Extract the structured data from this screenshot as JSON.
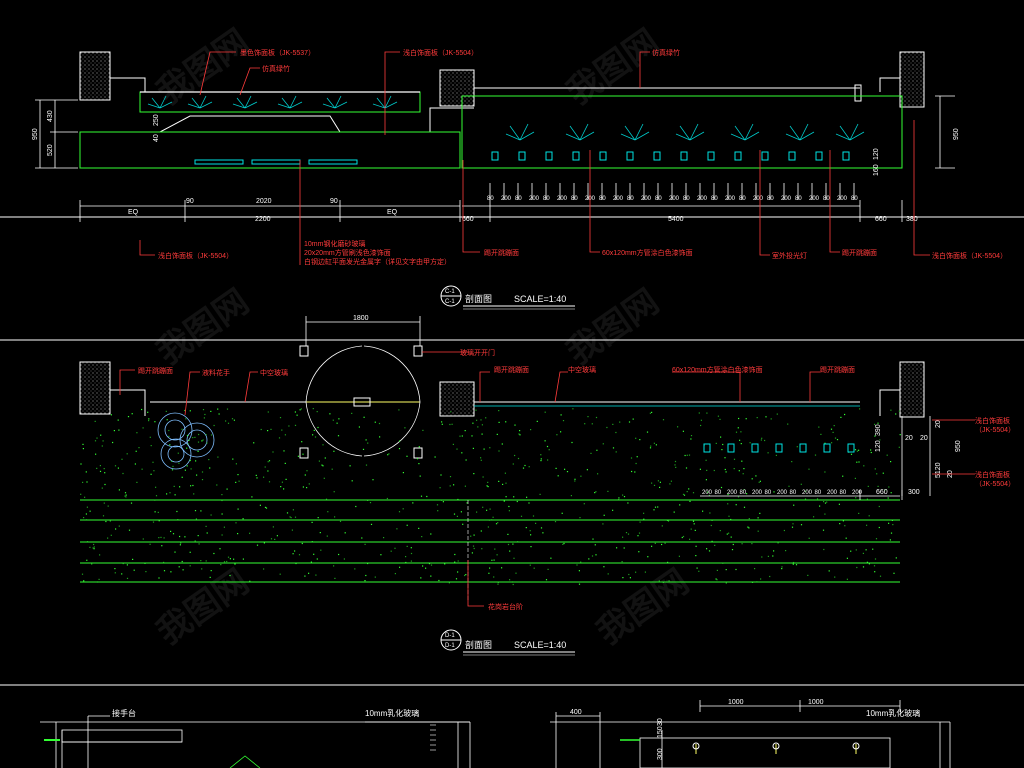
{
  "colors": {
    "background": "#000000",
    "line_white": "#ffffff",
    "line_green": "#33ff33",
    "line_cyan": "#00e5e5",
    "leader_red": "#ff3b3b",
    "dim_yellow": "#ffff66",
    "hatch_grey": "#9a9a9a"
  },
  "watermark": "我图网",
  "section1": {
    "labels": {
      "top_1": "墨色饰面板（JK-5537）",
      "top_2": "仿真绿竹",
      "top_3": "浅白饰面板（JK-5504）",
      "top_4": "仿真绿竹",
      "bot_1": "浅白饰面板（JK-5504）",
      "bot_2a": "10mm钢化磨砂玻璃",
      "bot_2b": "20x20mm方管刷浅色漆饰面",
      "bot_2c": "白钢边缸平面发光金属字（详见文字由甲方定）",
      "bot_3": "踢开跳蹦面",
      "bot_4": "60x120mm方管涂白色漆饰面",
      "bot_5": "室外投光灯",
      "bot_6": "踢开跳蹦面",
      "bot_7": "浅白饰面板（JK-5504）"
    },
    "dims": {
      "v1": "950",
      "v2": "430",
      "v3": "520",
      "v4": "40",
      "v5": "250",
      "v6": "950",
      "v7": "120",
      "v8": "160",
      "h1": "2020",
      "h2": "90",
      "h3": "90",
      "eq_l": "EQ",
      "h_2200": "2200",
      "eq_r": "EQ",
      "h_660a": "660",
      "h_5400": "5400",
      "h_660b": "660",
      "h_380": "380",
      "row_pattern": [
        "80",
        "200",
        "80",
        "200",
        "80",
        "200",
        "80",
        "200",
        "80",
        "200",
        "80",
        "200",
        "80",
        "200",
        "80",
        "200",
        "80",
        "200",
        "80",
        "200",
        "80",
        "200",
        "80",
        "200",
        "80",
        "200",
        "80"
      ]
    },
    "section_mark": {
      "top": "C-1",
      "bottom": "C-1"
    },
    "title": "剖面图",
    "scale": "SCALE=1:40"
  },
  "section2": {
    "labels": {
      "top_1": "踢开跳蹦面",
      "top_2": "液料花手",
      "top_3": "中空玻璃",
      "top_4": "玻璃开开门",
      "top_5": "踢开跳蹦面",
      "top_6": "中空玻璃",
      "top_7": "60x120mm方管涂白色漆饰面",
      "top_8": "踢开跳蹦面",
      "r_1a": "浅白饰面板",
      "r_1b": "（JK-5504）",
      "r_2a": "浅白饰面板",
      "r_2b": "（JK-5504）",
      "bottom": "花岗岩台阶"
    },
    "dims": {
      "door": "1800",
      "v1": "390",
      "v2": "120",
      "v3": "20",
      "v4": "20",
      "v5": "950",
      "v6": "20",
      "v7": "5120",
      "v8": "20",
      "h_660": "660",
      "h_300": "300",
      "row_pattern": [
        "200",
        "80",
        "200",
        "80",
        "200",
        "80",
        "200",
        "80",
        "200",
        "80",
        "200",
        "80",
        "200"
      ]
    },
    "section_mark": {
      "top": "D-1",
      "bottom": "D-1"
    },
    "title": "剖面图",
    "scale": "SCALE=1:40"
  },
  "section3": {
    "left_labels": {
      "a": "接手台",
      "b": "10mm乳化玻璃"
    },
    "right_labels": {
      "b": "10mm乳化玻璃"
    },
    "right_dims": {
      "d1": "400",
      "d2": "1000",
      "d3": "1000",
      "d4": "300",
      "d5": "150",
      "d6": "30"
    }
  }
}
